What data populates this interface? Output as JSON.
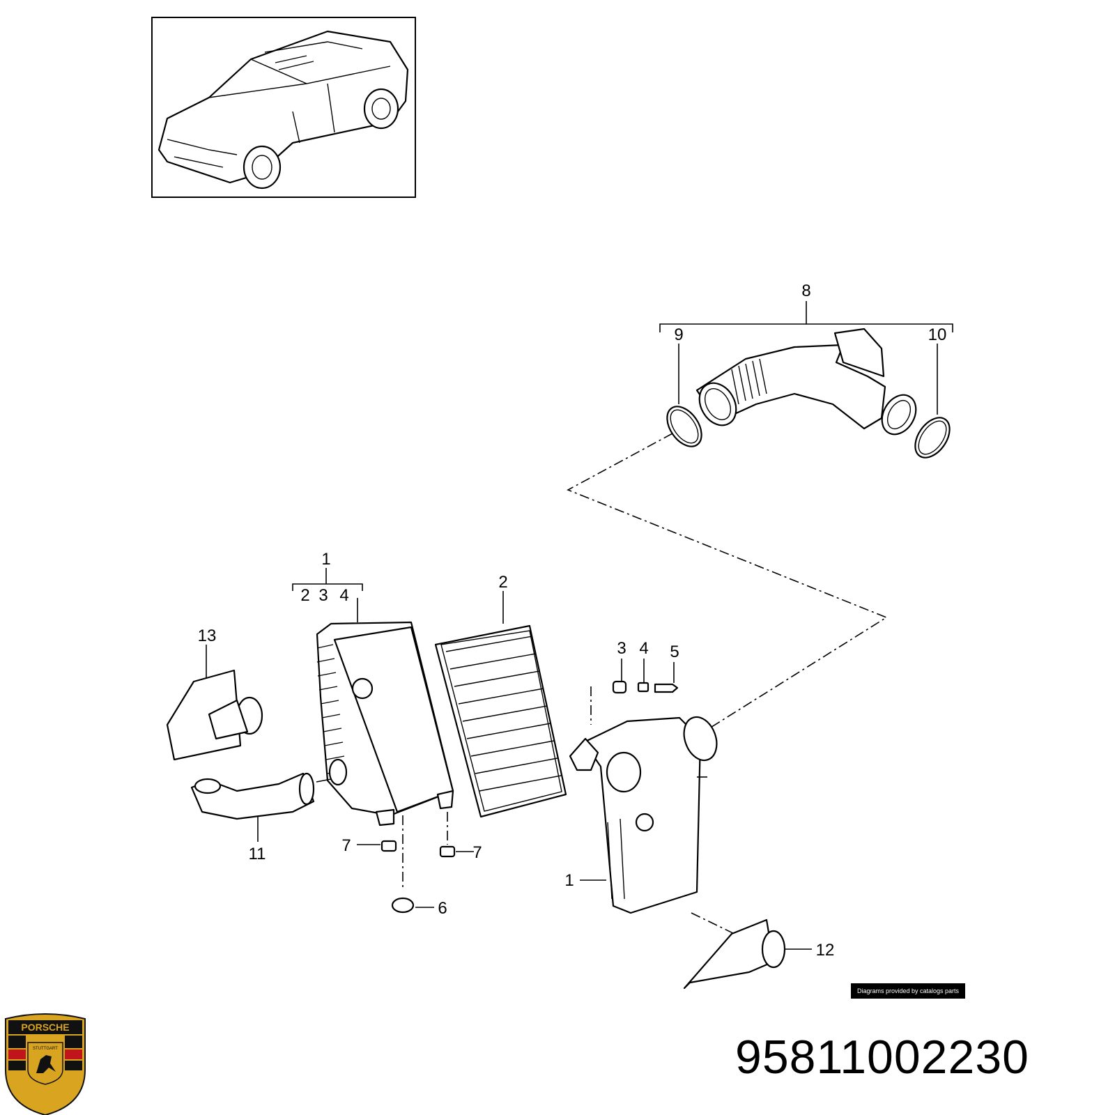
{
  "callouts": {
    "c8": "8",
    "c9": "9",
    "c10": "10",
    "c1_top": "1",
    "c2_top": "2",
    "c3_top": "3",
    "c4_top": "4",
    "c2": "2",
    "c13": "13",
    "c3": "3",
    "c4": "4",
    "c5": "5",
    "c11": "11",
    "c7_left": "7",
    "c7_right": "7",
    "c6": "6",
    "c1": "1",
    "c12": "12"
  },
  "credit": "Diagrams provided by catalogs parts",
  "part_number": "95811002230",
  "logo": {
    "brand": "PORSCHE",
    "city": "STUTTGART",
    "colors": {
      "gold": "#d9a520",
      "red": "#c0161b",
      "black": "#111111"
    }
  },
  "icons": [
    "vehicle-thumbnail",
    "porsche-crest-icon"
  ]
}
